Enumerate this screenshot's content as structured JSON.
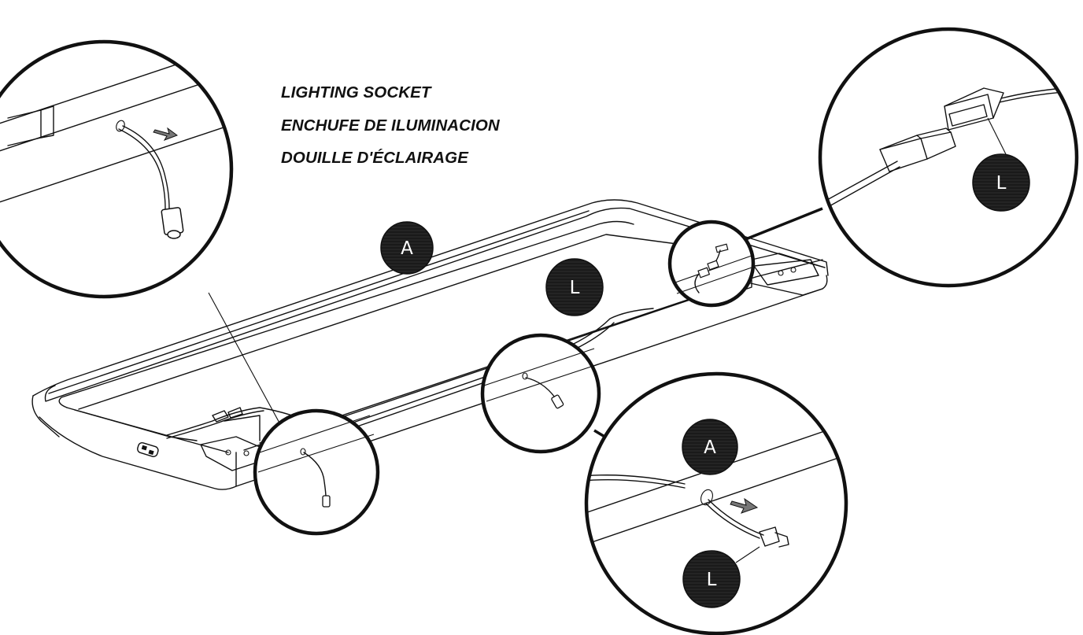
{
  "caption": {
    "line1": "LIGHTING SOCKET",
    "line2": "ENCHUFE DE ILUMINACION",
    "line3": "DOUILLE D'ÉCLAIRAGE"
  },
  "labels": {
    "frame": "A",
    "light_cable": "L"
  },
  "colors": {
    "ink": "#111111",
    "badge_fill": "#1a1a1a",
    "background": "#ffffff"
  }
}
